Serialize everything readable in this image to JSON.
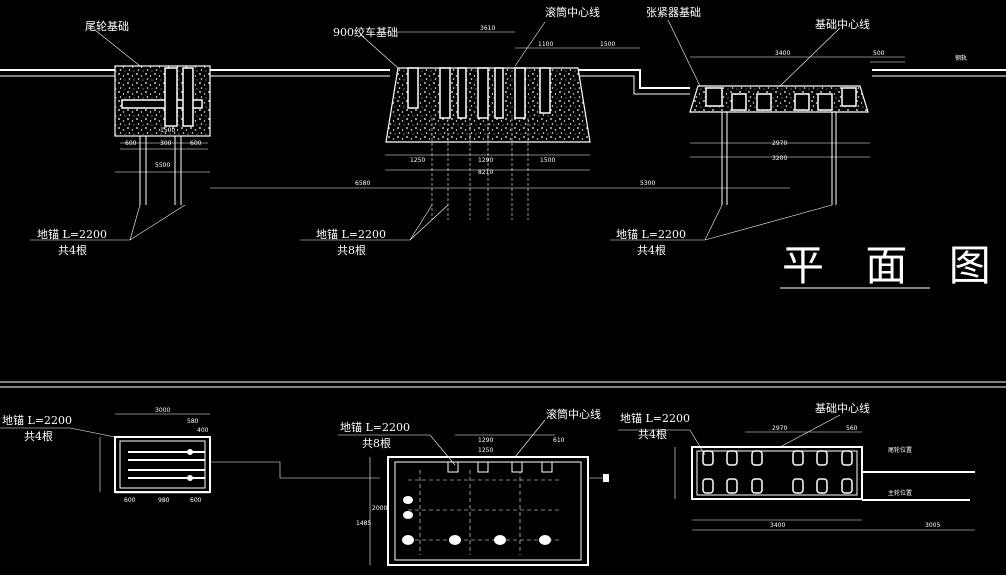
{
  "plan_title": "平 面 图",
  "labels": {
    "tail_wheel_foundation": "尾轮基础",
    "winch_foundation": "900绞车基础",
    "drum_centerline_top": "滚筒中心线",
    "tensioner_foundation": "张紧器基础",
    "foundation_centerline_top": "基础中心线",
    "anchor_a": "地锚 L=2200",
    "anchor_a_count": "共4根",
    "anchor_b": "地锚 L=2200",
    "anchor_b_count": "共8根",
    "anchor_c": "地锚 L=2200",
    "anchor_c_count": "共4根",
    "anchor_d": "地锚 L=2200",
    "anchor_d_count": "共4根",
    "anchor_e": "地锚 L=2200",
    "anchor_e_count": "共8根",
    "drum_centerline_bottom": "滚筒中心线",
    "anchor_f": "地锚 L=2200",
    "anchor_f_count": "共4根",
    "foundation_centerline_bottom": "基础中心线",
    "tail_position": "尾轮位置",
    "main_position": "主轮位置",
    "right_edge": "钢轨"
  },
  "dims": {
    "top_a": "1500",
    "top_b": "600",
    "top_c": "300",
    "top_d": "600",
    "top_e": "5500",
    "top_f": "3610",
    "top_g": "1100",
    "top_h": "1500",
    "top_i": "1250",
    "top_j": "1290",
    "top_k": "1500",
    "top_l": "8210",
    "top_m": "6580",
    "top_n": "5300",
    "top_o": "3400",
    "top_p": "2970",
    "top_q": "3200",
    "top_r": "500",
    "bot_a": "3000",
    "bot_b": "580",
    "bot_c": "400",
    "bot_d": "600",
    "bot_e": "980",
    "bot_f": "600",
    "bot_g": "1290",
    "bot_h": "610",
    "bot_i": "1250",
    "bot_j": "2000",
    "bot_k": "1485",
    "bot_l": "2970",
    "bot_m": "560",
    "bot_n": "3400",
    "bot_o": "3005"
  }
}
